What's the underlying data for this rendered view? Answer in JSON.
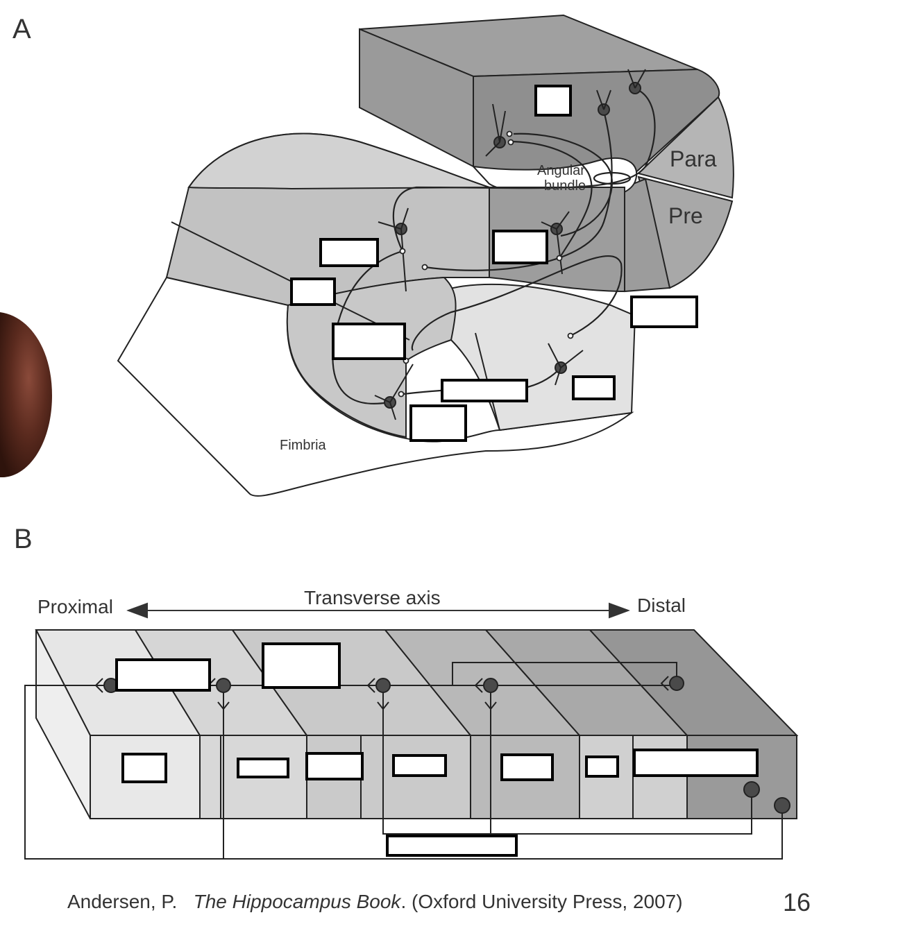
{
  "panel_a": {
    "letter": "A",
    "labels": {
      "para": "Para",
      "pre": "Pre",
      "angular_line1": "Angular",
      "angular_line2": "bundle",
      "fimbria": "Fimbria"
    }
  },
  "panel_b": {
    "letter": "B",
    "labels": {
      "proximal": "Proximal",
      "transverse_axis": "Transverse axis",
      "distal": "Distal"
    }
  },
  "footer": {
    "author": "Andersen, P.",
    "book_title": "The Hippocampus Book",
    "publisher": ". (Oxford University Press, 2007)",
    "page_number": "16"
  },
  "colors": {
    "shade_dark": "#8f8f8f",
    "shade_mid": "#a9a9a9",
    "shade_light": "#c8c8c8",
    "shade_pale": "#e2e2e2",
    "neuron": "#4a4a4a",
    "decor_ball": "#5a2a1e"
  }
}
